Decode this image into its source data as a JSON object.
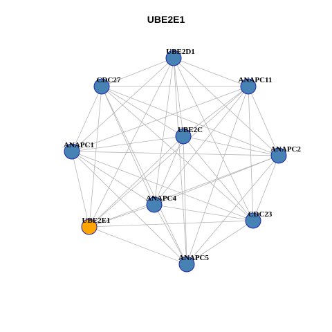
{
  "title": "UBE2E1",
  "colors": {
    "node_default": "#4682B4",
    "node_highlight": "#FFA500",
    "node_border": "#1E22AA",
    "edge": "#B4B4B4",
    "background": "#FFFFFF"
  },
  "graph": {
    "nodes": [
      {
        "id": "UBE2D1",
        "label": "UBE2D1",
        "highlight": false
      },
      {
        "id": "CDC27",
        "label": "CDC27",
        "highlight": false
      },
      {
        "id": "ANAPC11",
        "label": "ANAPC11",
        "highlight": false
      },
      {
        "id": "UBE2C",
        "label": "UBE2C",
        "highlight": false
      },
      {
        "id": "ANAPC1",
        "label": "ANAPC1",
        "highlight": false
      },
      {
        "id": "ANAPC2",
        "label": "ANAPC2",
        "highlight": false
      },
      {
        "id": "ANAPC4",
        "label": "ANAPC4",
        "highlight": false
      },
      {
        "id": "UBE2E1",
        "label": "UBE2E1",
        "highlight": true
      },
      {
        "id": "CDC23",
        "label": "CDC23",
        "highlight": false
      },
      {
        "id": "ANAPC5",
        "label": "ANAPC5",
        "highlight": false
      }
    ],
    "edges": [
      [
        "UBE2D1",
        "CDC27"
      ],
      [
        "UBE2D1",
        "ANAPC11"
      ],
      [
        "UBE2D1",
        "UBE2C"
      ],
      [
        "UBE2D1",
        "ANAPC1"
      ],
      [
        "UBE2D1",
        "ANAPC2"
      ],
      [
        "UBE2D1",
        "ANAPC4"
      ],
      [
        "UBE2D1",
        "UBE2E1"
      ],
      [
        "UBE2D1",
        "CDC23"
      ],
      [
        "UBE2D1",
        "ANAPC5"
      ],
      [
        "CDC27",
        "ANAPC11"
      ],
      [
        "CDC27",
        "UBE2C"
      ],
      [
        "CDC27",
        "ANAPC1"
      ],
      [
        "CDC27",
        "ANAPC2"
      ],
      [
        "CDC27",
        "ANAPC4"
      ],
      [
        "CDC27",
        "UBE2E1"
      ],
      [
        "CDC27",
        "CDC23"
      ],
      [
        "CDC27",
        "ANAPC5"
      ],
      [
        "ANAPC11",
        "UBE2C"
      ],
      [
        "ANAPC11",
        "ANAPC1"
      ],
      [
        "ANAPC11",
        "ANAPC2"
      ],
      [
        "ANAPC11",
        "ANAPC4"
      ],
      [
        "ANAPC11",
        "UBE2E1"
      ],
      [
        "ANAPC11",
        "CDC23"
      ],
      [
        "ANAPC11",
        "ANAPC5"
      ],
      [
        "UBE2C",
        "ANAPC1"
      ],
      [
        "UBE2C",
        "ANAPC2"
      ],
      [
        "UBE2C",
        "ANAPC4"
      ],
      [
        "UBE2C",
        "UBE2E1"
      ],
      [
        "UBE2C",
        "CDC23"
      ],
      [
        "UBE2C",
        "ANAPC5"
      ],
      [
        "ANAPC1",
        "ANAPC2"
      ],
      [
        "ANAPC1",
        "ANAPC4"
      ],
      [
        "ANAPC1",
        "UBE2E1"
      ],
      [
        "ANAPC1",
        "CDC23"
      ],
      [
        "ANAPC1",
        "ANAPC5"
      ],
      [
        "ANAPC2",
        "ANAPC4"
      ],
      [
        "ANAPC2",
        "UBE2E1"
      ],
      [
        "ANAPC2",
        "CDC23"
      ],
      [
        "ANAPC2",
        "ANAPC5"
      ],
      [
        "ANAPC4",
        "UBE2E1"
      ],
      [
        "ANAPC4",
        "CDC23"
      ],
      [
        "ANAPC4",
        "ANAPC5"
      ],
      [
        "UBE2E1",
        "CDC23"
      ],
      [
        "UBE2E1",
        "ANAPC5"
      ],
      [
        "CDC23",
        "ANAPC5"
      ]
    ]
  }
}
